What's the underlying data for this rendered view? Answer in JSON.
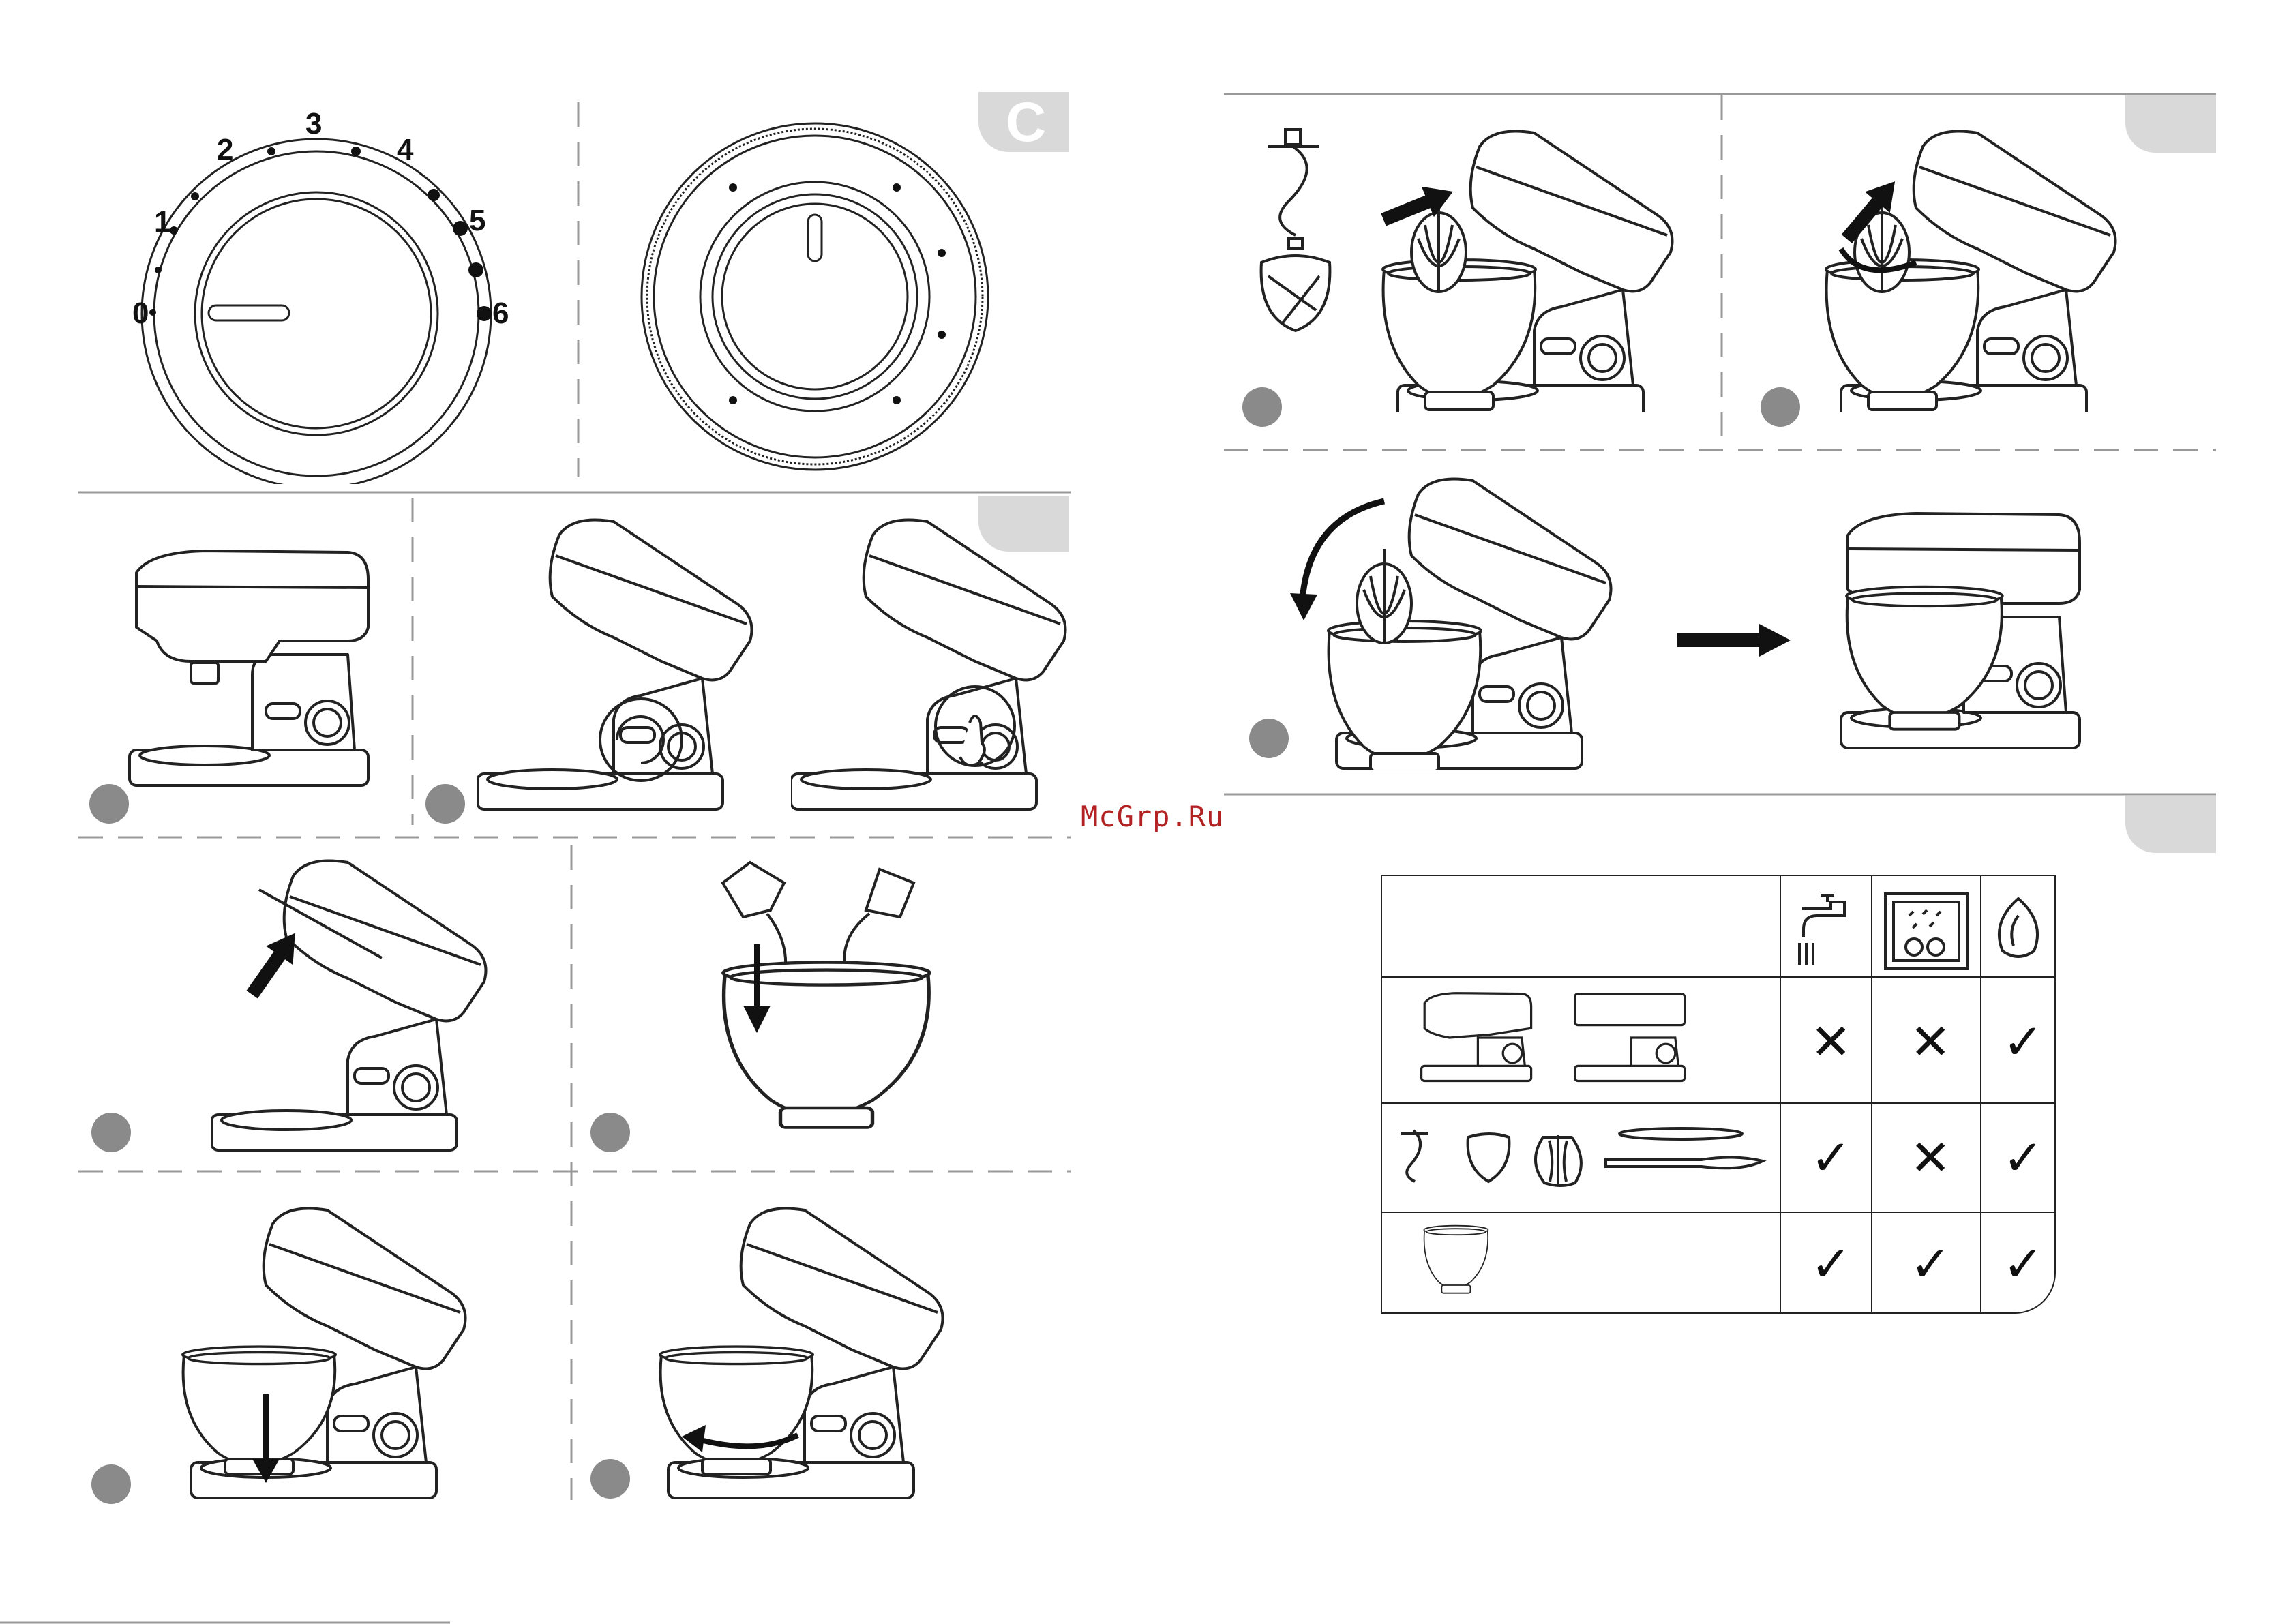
{
  "section_labels": {
    "panel_c": "C",
    "panel_d": "",
    "panel_e": "",
    "panel_f": ""
  },
  "speed_dial": {
    "marks": [
      "0",
      "1",
      "2",
      "3",
      "4",
      "5",
      "6"
    ]
  },
  "watermark": "McGrp.Ru",
  "care_table": {
    "methods": [
      "tap-water-icon",
      "dishwasher-icon",
      "soft-cloth-icon"
    ],
    "rows": [
      {
        "parts": "motor-unit",
        "marks": [
          "✕",
          "✕",
          "✓"
        ]
      },
      {
        "parts": "accessories",
        "marks": [
          "✓",
          "✕",
          "✓"
        ]
      },
      {
        "parts": "mixing-bowl",
        "marks": [
          "✓",
          "✓",
          "✓"
        ]
      }
    ]
  },
  "colors": {
    "line": "#222222",
    "tab": "#d9d9d9",
    "step_badge": "#8a8a8a",
    "watermark": "#b22222"
  }
}
